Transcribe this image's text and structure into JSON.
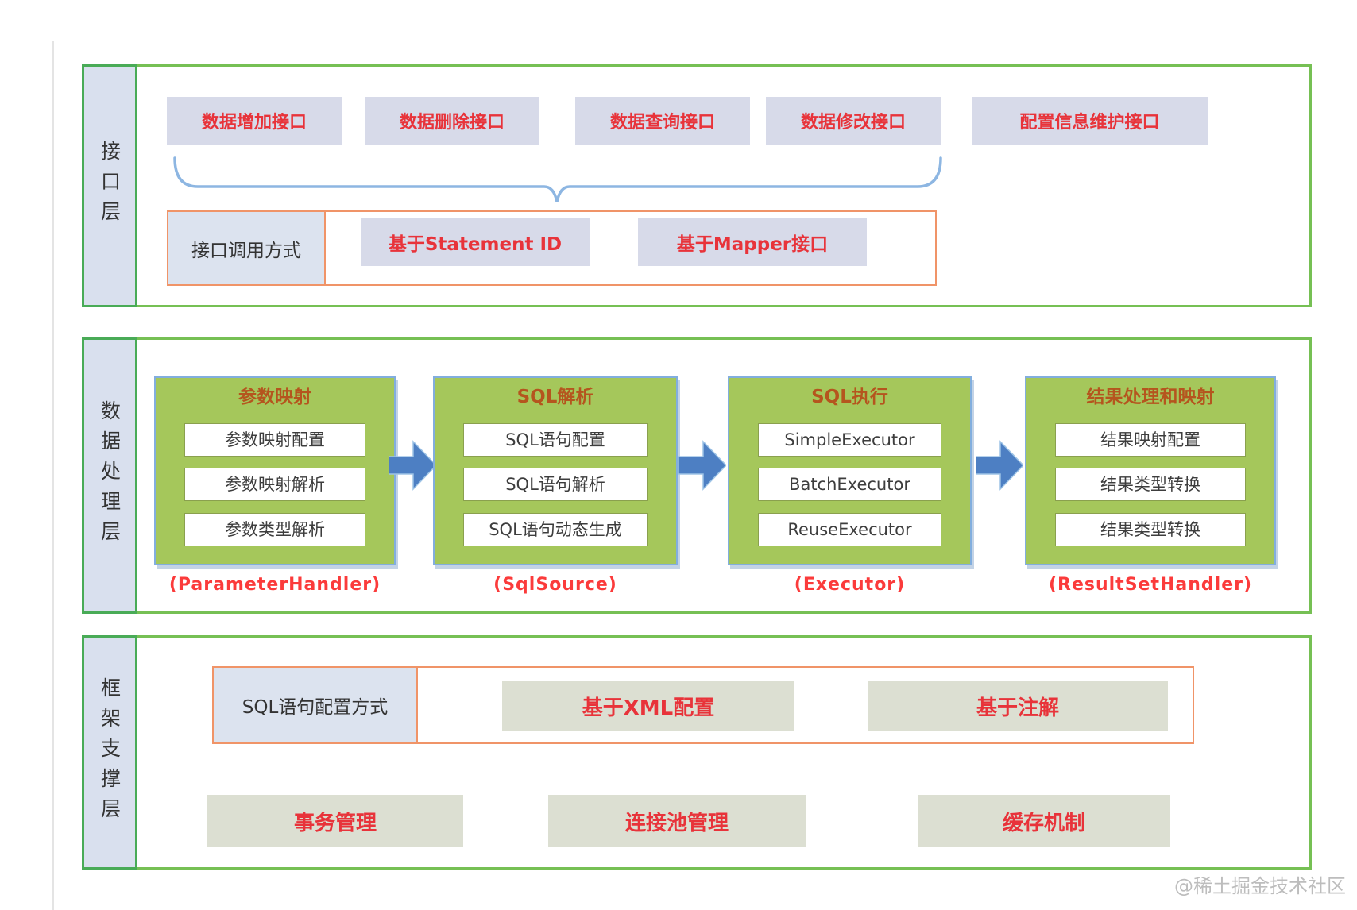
{
  "page": {
    "watermark": "@稀土掘金技术社区"
  },
  "colors": {
    "layer_border_green": "#76c054",
    "sidebar_fill": "#d9e0ee",
    "lavender_button": "#d7dae9",
    "accent_red": "#e8333a",
    "accent_orange_border": "#f09468",
    "module_green_fill": "#a5c75b",
    "module_blue_border": "#82aede",
    "module_title_brown": "#b5551e",
    "arrow_blue": "#4d7fc3",
    "brace_blue": "#8db6e2",
    "olive_button": "#dcdfd2",
    "handler_red": "#fb3b3b"
  },
  "layers": {
    "interface": {
      "label": "接口层",
      "api_buttons": [
        "数据增加接口",
        "数据删除接口",
        "数据查询接口",
        "数据修改接口",
        "配置信息维护接口"
      ],
      "call_method": {
        "label": "接口调用方式",
        "options": [
          "基于Statement ID",
          "基于Mapper接口"
        ]
      }
    },
    "processing": {
      "label": "数据处理层",
      "modules": [
        {
          "title": "参数映射",
          "items": [
            "参数映射配置",
            "参数映射解析",
            "参数类型解析"
          ],
          "handler": "(ParameterHandler)"
        },
        {
          "title": "SQL解析",
          "items": [
            "SQL语句配置",
            "SQL语句解析",
            "SQL语句动态生成"
          ],
          "handler": "(SqlSource)"
        },
        {
          "title": "SQL执行",
          "items": [
            "SimpleExecutor",
            "BatchExecutor",
            "ReuseExecutor"
          ],
          "handler": "(Executor)"
        },
        {
          "title": "结果处理和映射",
          "items": [
            "结果映射配置",
            "结果类型转换",
            "结果类型转换"
          ],
          "handler": "(ResultSetHandler)"
        }
      ]
    },
    "support": {
      "label": "框架支撑层",
      "sql_config": {
        "label": "SQL语句配置方式",
        "options": [
          "基于XML配置",
          "基于注解"
        ]
      },
      "supports": [
        "事务管理",
        "连接池管理",
        "缓存机制"
      ]
    }
  }
}
